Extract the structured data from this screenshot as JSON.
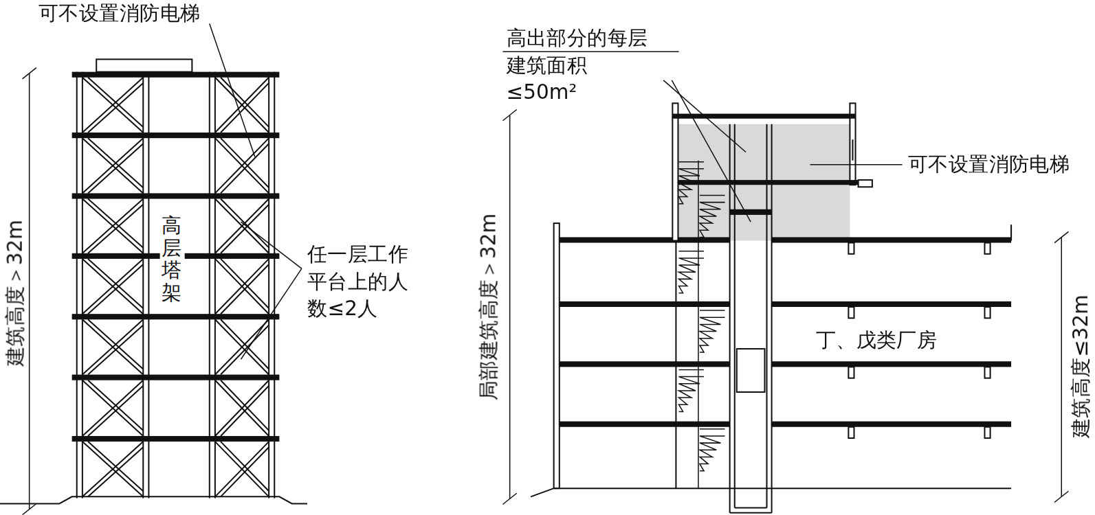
{
  "diagram": {
    "labels": [
      "可不设置消防电梯",
      "建筑高度＞32m",
      "高层塔架",
      "任一层工作 平台上的人 数≤2人",
      "高出部分的每层 建筑面积≤50m²",
      "局部建筑高度＞32m",
      "可不设置消防电梯",
      "丁、戊类厂房",
      "建筑高度≤32m"
    ]
  }
}
